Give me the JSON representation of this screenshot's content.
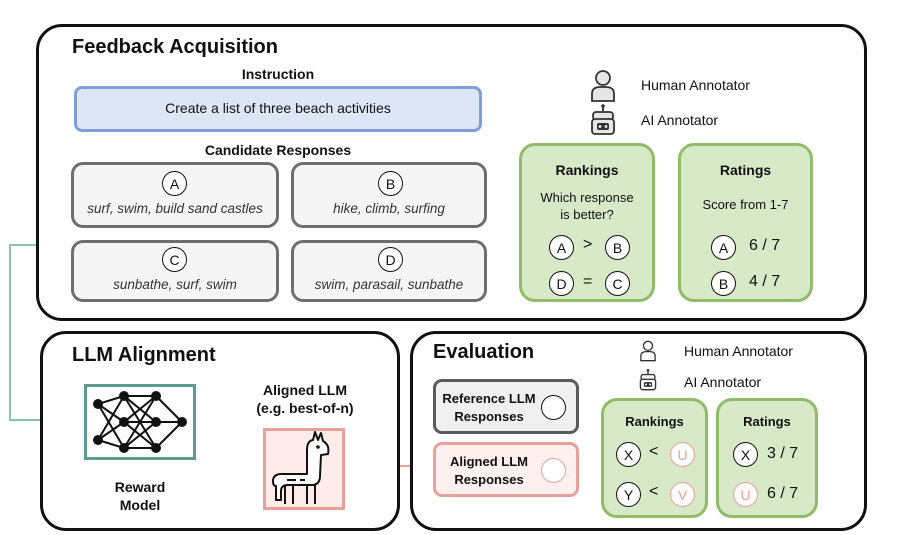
{
  "feedback": {
    "title": "Feedback Acquisition",
    "instruction_label": "Instruction",
    "instruction_text": "Create a list of three beach activities",
    "candidates_label": "Candidate Responses",
    "candidates": [
      {
        "letter": "A",
        "text": "surf, swim, build sand castles"
      },
      {
        "letter": "B",
        "text": "hike, climb, surfing"
      },
      {
        "letter": "C",
        "text": "sunbathe, surf, swim"
      },
      {
        "letter": "D",
        "text": "swim, parasail, sunbathe"
      }
    ],
    "human_annotator": "Human Annotator",
    "ai_annotator": "AI Annotator",
    "rankings": {
      "title": "Rankings",
      "question_line1": "Which response",
      "question_line2": "is better?",
      "row1": {
        "left": "A",
        "op": ">",
        "right": "B"
      },
      "row2": {
        "left": "D",
        "op": "=",
        "right": "C"
      }
    },
    "ratings": {
      "title": "Ratings",
      "subtitle": "Score from 1-7",
      "row1": {
        "letter": "A",
        "score": "6 / 7"
      },
      "row2": {
        "letter": "B",
        "score": "4 / 7"
      }
    }
  },
  "alignment": {
    "title": "LLM Alignment",
    "reward_model_line1": "Reward",
    "reward_model_line2": "Model",
    "aligned_line1": "Aligned LLM",
    "aligned_line2": "(e.g. best-of-n)"
  },
  "evaluation": {
    "title": "Evaluation",
    "human_annotator": "Human Annotator",
    "ai_annotator": "AI Annotator",
    "reference_line1": "Reference LLM",
    "reference_line2": "Responses",
    "aligned_line1": "Aligned LLM",
    "aligned_line2": "Responses",
    "rankings": {
      "title": "Rankings",
      "row1": {
        "left": "X",
        "op": "<",
        "right": "U"
      },
      "row2": {
        "left": "Y",
        "op": "<",
        "right": "V"
      }
    },
    "ratings": {
      "title": "Ratings",
      "row1": {
        "letter": "X",
        "score": "3 / 7"
      },
      "row2": {
        "letter": "U",
        "score": "6 / 7"
      }
    }
  },
  "colors": {
    "instruction_fill": "#dce6f7",
    "instruction_border": "#7f9ed9",
    "green_fill": "#d8e9c8",
    "green_border": "#8fbc68",
    "teal": "#5f9a8e",
    "pink": "#e8a09a"
  }
}
